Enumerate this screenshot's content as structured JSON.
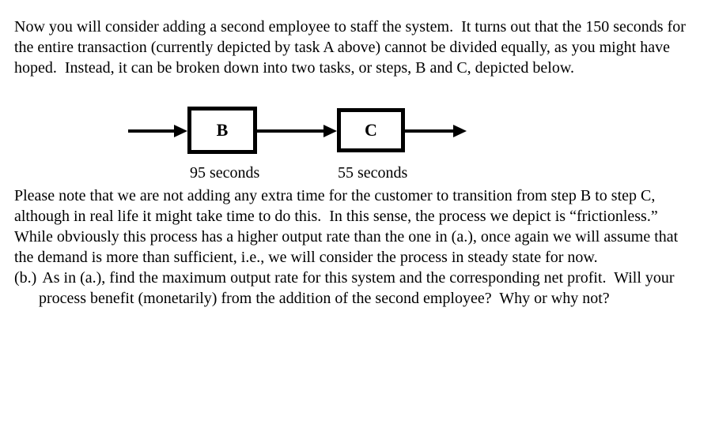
{
  "colors": {
    "background": "#ffffff",
    "text": "#000000",
    "diagram_stroke": "#000000"
  },
  "paragraphs": {
    "intro": "Now you will consider adding a second employee to staff the system.  It turns out that the 150 seconds for the entire transaction (currently depicted by task A above) cannot be divided equally, as you might have hoped.  Instead, it can be broken down into two tasks, or steps, B and C, depicted below.",
    "note": "Please note that we are not adding any extra time for the customer to transition from step B to step C, although in real life it might take time to do this.  In this sense, the process we depict is “frictionless.”",
    "assumption": "While obviously this process has a higher output rate than the one in (a.), once again we will assume that the demand is more than sufficient, i.e., we will consider the process in steady state for now.",
    "question_label": "(b.)",
    "question_text": "As in (a.), find the maximum output rate for this system and the corresponding net profit.  Will your process benefit (monetarily) from the addition of the second employee?  Why or why not?"
  },
  "diagram": {
    "tasks": [
      {
        "label": "B",
        "duration": "95 seconds"
      },
      {
        "label": "C",
        "duration": "55 seconds"
      }
    ]
  }
}
